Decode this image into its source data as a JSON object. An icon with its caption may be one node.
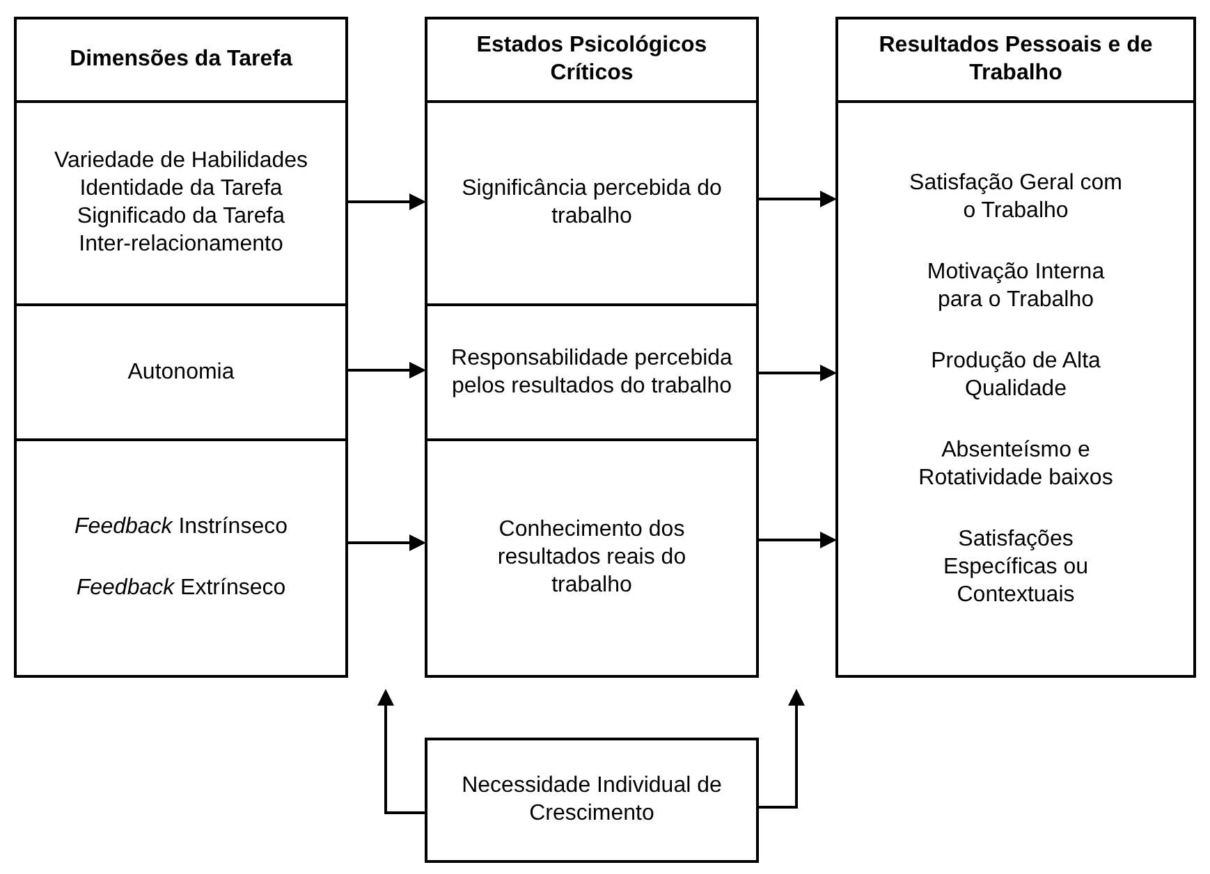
{
  "diagram": {
    "nodes": [
      {
        "text": [
          "Dimensões da Tarefa"
        ]
      },
      {
        "text": [
          "Variedade de Habilidades",
          "Identidade da Tarefa",
          "Significado da Tarefa",
          "Inter-relacionamento"
        ]
      },
      {
        "text": [
          "Autonomia"
        ]
      },
      {
        "text": [
          "*Feedback* Instrínseco",
          "*Feedback* Extrínseco"
        ]
      },
      {
        "text": [
          "Estados Psicológicos Críticos"
        ]
      },
      {
        "text": [
          "Significância percebida do trabalho"
        ]
      },
      {
        "text": [
          "Responsabilidade percebida pelos resultados do trabalho"
        ]
      },
      {
        "text": [
          "Conhecimento dos resultados reais do trabalho"
        ]
      },
      {
        "text": [
          "Resultados Pessoais e de Trabalho"
        ]
      },
      {
        "text": [
          "Satisfação Geral com o Trabalho",
          "Motivação Interna para o Trabalho",
          "Produção de Alta Qualidade",
          "Absenteísmo e Rotatividade baixos",
          "Satisfações Específicas ou Contextuais"
        ]
      },
      {
        "text": [
          "Necessidade Individual de Crescimento"
        ]
      }
    ],
    "edges": [
      {
        "from": 1,
        "to": 5,
        "arrow": "to"
      },
      {
        "from": 2,
        "to": 6,
        "arrow": "to"
      },
      {
        "from": 3,
        "to": 7,
        "arrow": "to"
      },
      {
        "from": 5,
        "to": 9,
        "arrow": "to"
      },
      {
        "from": 6,
        "to": 9,
        "arrow": "to"
      },
      {
        "from": 7,
        "to": 9,
        "arrow": "to"
      },
      {
        "from": 10,
        "to": null,
        "arrow": "to"
      },
      {
        "from": 10,
        "to": null,
        "arrow": "to"
      }
    ]
  }
}
